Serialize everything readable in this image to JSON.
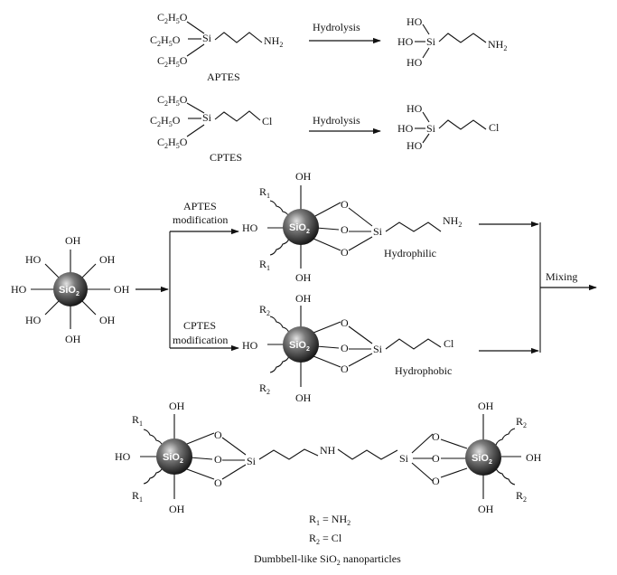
{
  "labels": {
    "c2h5o": "C2H5O",
    "si": "Si",
    "ho": "HO",
    "oh": "OH",
    "o": "O",
    "nh2": "NH2",
    "nh": "NH",
    "cl": "Cl",
    "hydrolysis": "Hydrolysis",
    "aptes": "APTES",
    "cptes": "CPTES",
    "aptes_mod": "APTES",
    "modification": "modification",
    "cptes_mod": "CPTES",
    "hydrophilic": "Hydrophilic",
    "hydrophobic": "Hydrophobic",
    "mixing": "Mixing",
    "sio2": "SiO2",
    "r1": "R1",
    "r2": "R2",
    "legend_r1": "R1 = NH2",
    "legend_r2": "R2 = Cl",
    "caption": "Dumbbell-like SiO2 nanoparticles"
  },
  "colors": {
    "line": "#111111",
    "sphere_dark": "#0c0c0c",
    "sphere_light": "#dcdcdc"
  }
}
